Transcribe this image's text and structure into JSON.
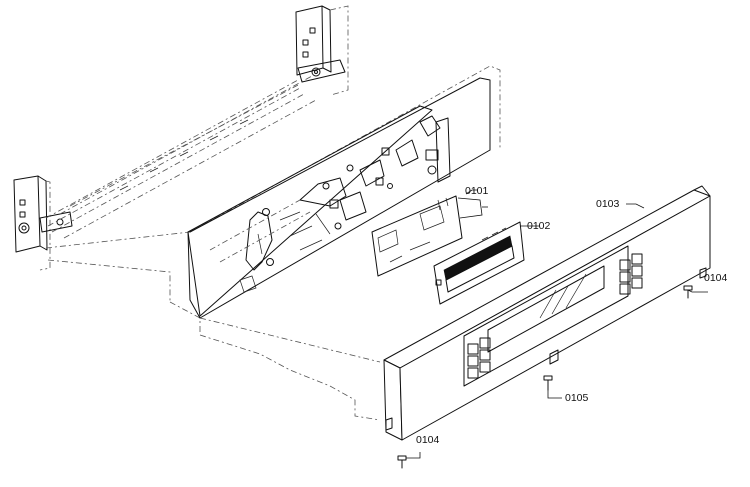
{
  "diagram": {
    "parts": [
      {
        "label": "0101"
      },
      {
        "label": "0102"
      },
      {
        "label": "0103"
      },
      {
        "label": "0104"
      },
      {
        "label": "0105"
      },
      {
        "label": "0104"
      }
    ]
  }
}
